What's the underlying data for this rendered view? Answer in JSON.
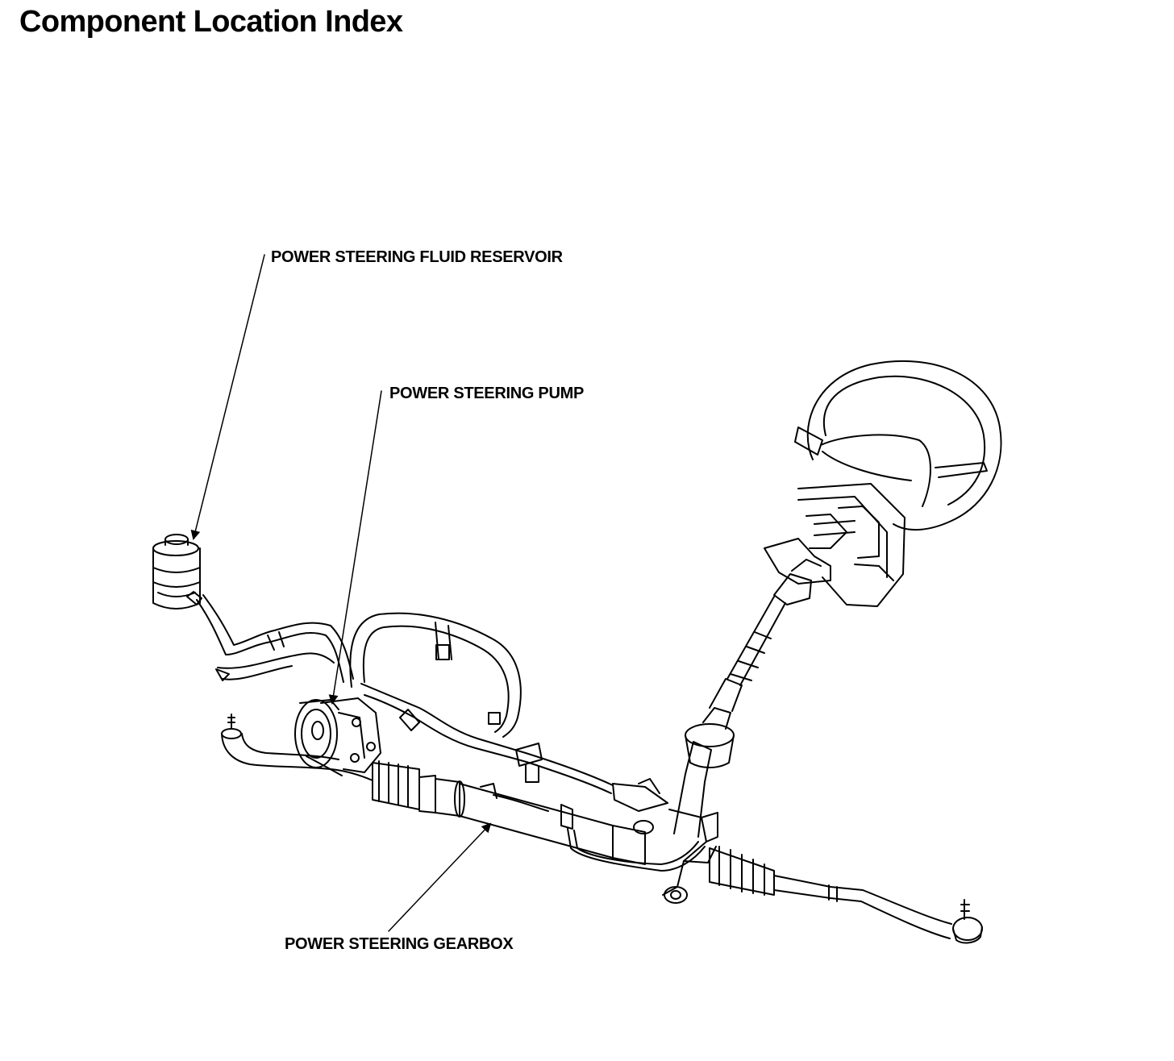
{
  "page": {
    "title": "Component Location Index"
  },
  "callouts": {
    "reservoir": "POWER STEERING FLUID RESERVOIR",
    "pump": "POWER STEERING PUMP",
    "gearbox": "POWER STEERING GEARBOX"
  }
}
